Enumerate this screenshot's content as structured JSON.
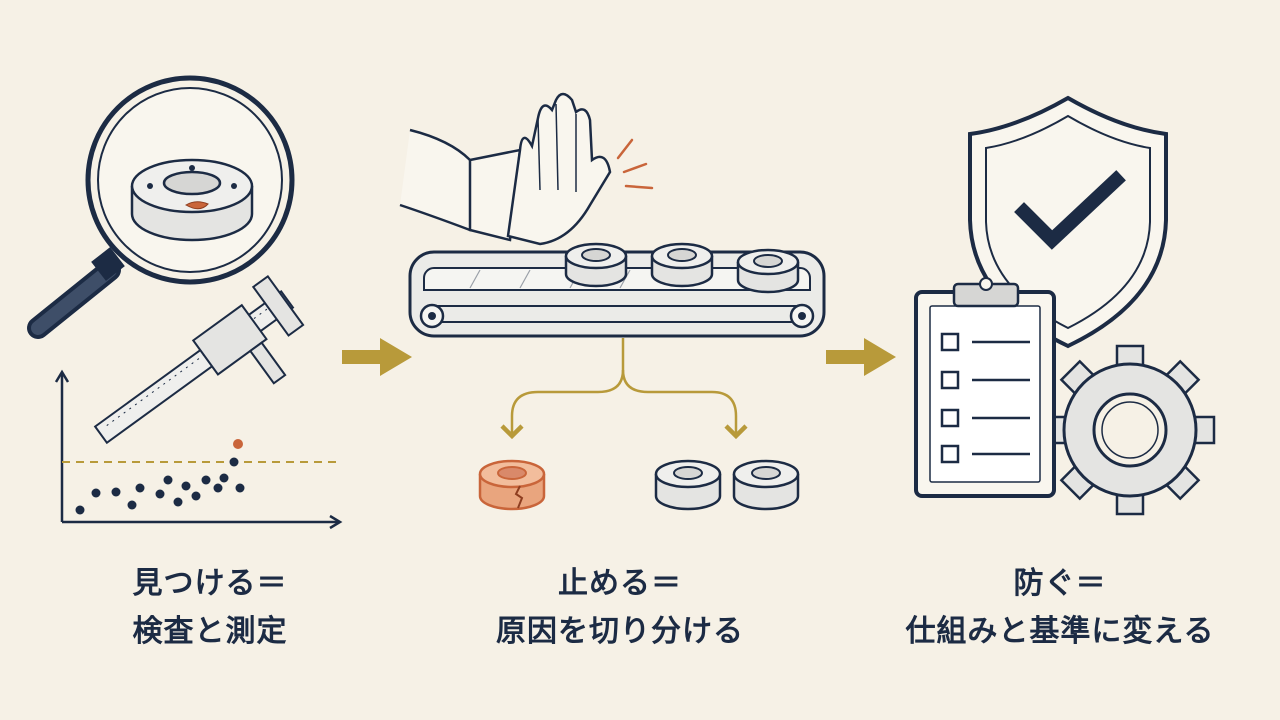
{
  "steps": [
    {
      "line1": "見つける＝",
      "line2": "検査と測定"
    },
    {
      "line1": "止める＝",
      "line2": "原因を切り分ける"
    },
    {
      "line1": "防ぐ＝",
      "line2": "仕組みと基準に変える"
    }
  ],
  "colors": {
    "background": "#f6f1e6",
    "ink": "#1c2b44",
    "arrow": "#b89a3a",
    "defect": "#c9653a",
    "threshold": "#b89a3a",
    "metal": "#e4e4e2"
  },
  "icons": [
    "magnifying-glass-icon",
    "caliper-icon",
    "scatter-plot-icon",
    "stop-hand-icon",
    "conveyor-belt-icon",
    "defective-ring-icon",
    "good-ring-icon",
    "shield-check-icon",
    "clipboard-checklist-icon",
    "gear-icon",
    "arrow-right-icon"
  ]
}
